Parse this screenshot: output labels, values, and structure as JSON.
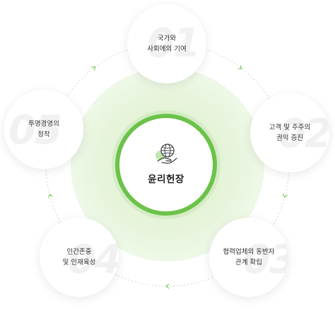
{
  "center": {
    "title": "윤리헌장",
    "icon": "ethics-globe-hand-icon"
  },
  "items": [
    {
      "number": "01",
      "line1": "국가와",
      "line2": "사회에의 기여"
    },
    {
      "number": "02",
      "line1": "고객 및 주주의",
      "line2": "권익 증진"
    },
    {
      "number": "03",
      "line1": "협력업체의 동반자",
      "line2": "관계 확립"
    },
    {
      "number": "04",
      "line1": "인간존중",
      "line2": "및 인재육성"
    },
    {
      "number": "05",
      "line1": "투명경영의",
      "line2": "정착"
    }
  ],
  "colors": {
    "accent": "#6cc24a",
    "glow": "#e6f4da",
    "number": "#f1f1f1",
    "text": "#2e2e2e"
  }
}
